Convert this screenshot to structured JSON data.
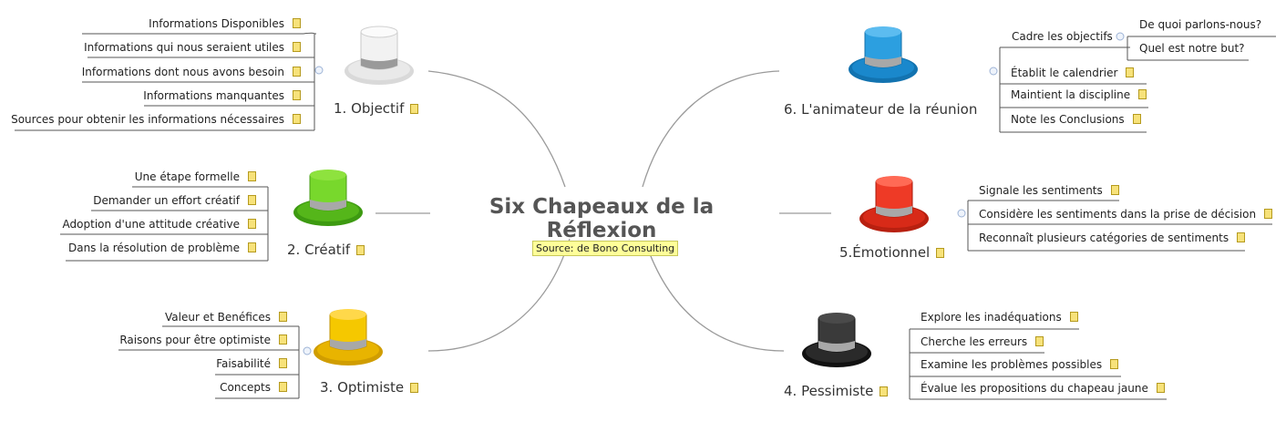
{
  "diagram": {
    "title": "Six Chapeaux de la Réflexion",
    "source_note": "Source: de Bono Consulting",
    "hat_colors": {
      "objectif": "#e6e6e6",
      "creatif": "#66cc22",
      "optimiste": "#f2c200",
      "animateur": "#1f8fd1",
      "emotionnel": "#e23222",
      "pessimiste": "#2a2a2a"
    },
    "branches": {
      "objectif": {
        "label": "1. Objectif",
        "items": [
          "Informations Disponibles",
          "Informations qui nous seraient utiles",
          "Informations dont nous avons besoin",
          "Informations manquantes",
          "Sources pour obtenir les informations nécessaires"
        ]
      },
      "creatif": {
        "label": "2. Créatif",
        "items": [
          "Une étape formelle",
          "Demander un effort créatif",
          "Adoption d'une attitude créative",
          "Dans la résolution de problème"
        ]
      },
      "optimiste": {
        "label": "3. Optimiste",
        "items": [
          "Valeur  et Benéfices",
          "Raisons pour être optimiste",
          "Faisabilité",
          "Concepts"
        ]
      },
      "animateur": {
        "label": "6. L'animateur de la réunion",
        "items": [
          "Cadre les objectifs",
          "Établit le calendrier",
          "Maintient la discipline",
          "Note les Conclusions"
        ],
        "sub_items": [
          "De quoi parlons-nous?",
          "Quel est notre but?"
        ]
      },
      "emotionnel": {
        "label": "5.Émotionnel",
        "items": [
          "Signale les sentiments",
          "Considère les sentiments dans la prise de décision",
          "Reconnaît plusieurs catégories de sentiments"
        ]
      },
      "pessimiste": {
        "label": "4. Pessimiste",
        "items": [
          "Explore les inadéquations",
          "Cherche les erreurs",
          "Examine les problèmes possibles",
          "Évalue les propositions du chapeau jaune"
        ]
      }
    }
  }
}
